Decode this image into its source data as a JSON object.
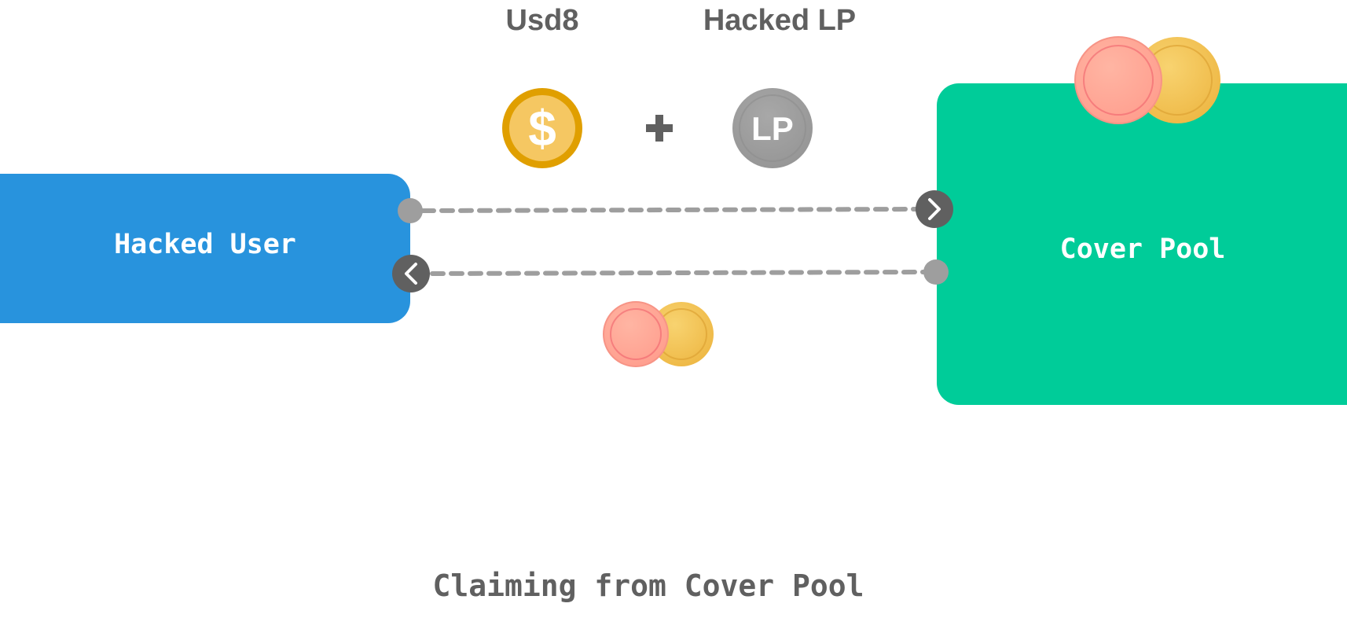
{
  "title": "Claiming from Cover Pool",
  "nodes": {
    "hacked_user": {
      "label": "Hacked User",
      "color": "#2893DD"
    },
    "cover_pool": {
      "label": "Cover Pool",
      "color": "#00CC99"
    }
  },
  "tokens": {
    "usd8": {
      "label": "Usd8",
      "icon": "dollar-coin-icon",
      "symbol": "$",
      "ring_color": "#E09F00",
      "fill_color": "#F5C762"
    },
    "plus": {
      "symbol": "+"
    },
    "hacked_lp": {
      "label": "Hacked LP",
      "icon": "lp-coin-icon",
      "symbol": "LP",
      "fill_color": "#9E9E9E"
    }
  },
  "coins": {
    "pink": "#FFA898",
    "gold": "#F2C14E"
  },
  "connectors": {
    "line_color": "#9E9E9E",
    "arrow_bg": "#606060"
  },
  "text_color": "#606060"
}
